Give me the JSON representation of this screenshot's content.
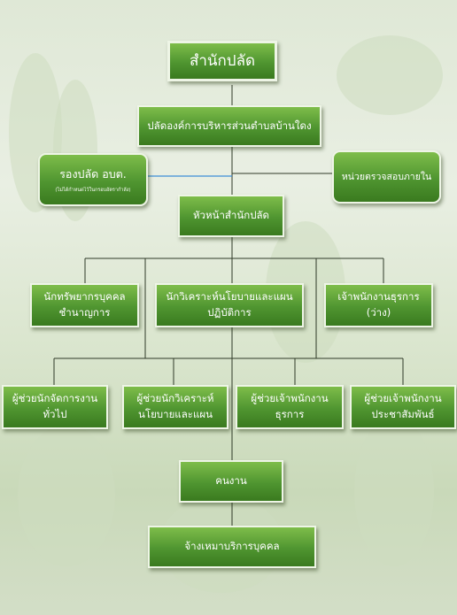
{
  "title": "สำนักปลัด",
  "nodes": {
    "palat": "ปลัดองค์การบริหารส่วนตำบลบ้านใดง",
    "deputy": "รองปลัด อบต.",
    "deputy_note": "(ไม่ได้กำหนดไว้ในกรอบอัตรากำลัง)",
    "audit": "หน่วยตรวจสอบภายใน",
    "head": "หัวหน้าสำนักปลัด",
    "hr": [
      "นักทรัพยากรบุคคล",
      "ชำนาญการ"
    ],
    "policy": [
      "นักวิเคราะห์นโยบายและแผน",
      "ปฏิบัติการ"
    ],
    "admin": [
      "เจ้าพนักงานธุรการ",
      "(ว่าง)"
    ],
    "asst_general": [
      "ผู้ช่วยนักจัดการงาน",
      "ทั่วไป"
    ],
    "asst_policy": [
      "ผู้ช่วยนักวิเคราะห์",
      "นโยบายและแผน"
    ],
    "asst_admin": [
      "ผู้ช่วยเจ้าพนักงาน",
      "ธุรการ"
    ],
    "asst_pr": [
      "ผู้ช่วยเจ้าพนักงาน",
      "ประชาสัมพันธ์"
    ],
    "worker": "คนงาน",
    "contract": "จ้างเหมาบริการบุคคล"
  }
}
